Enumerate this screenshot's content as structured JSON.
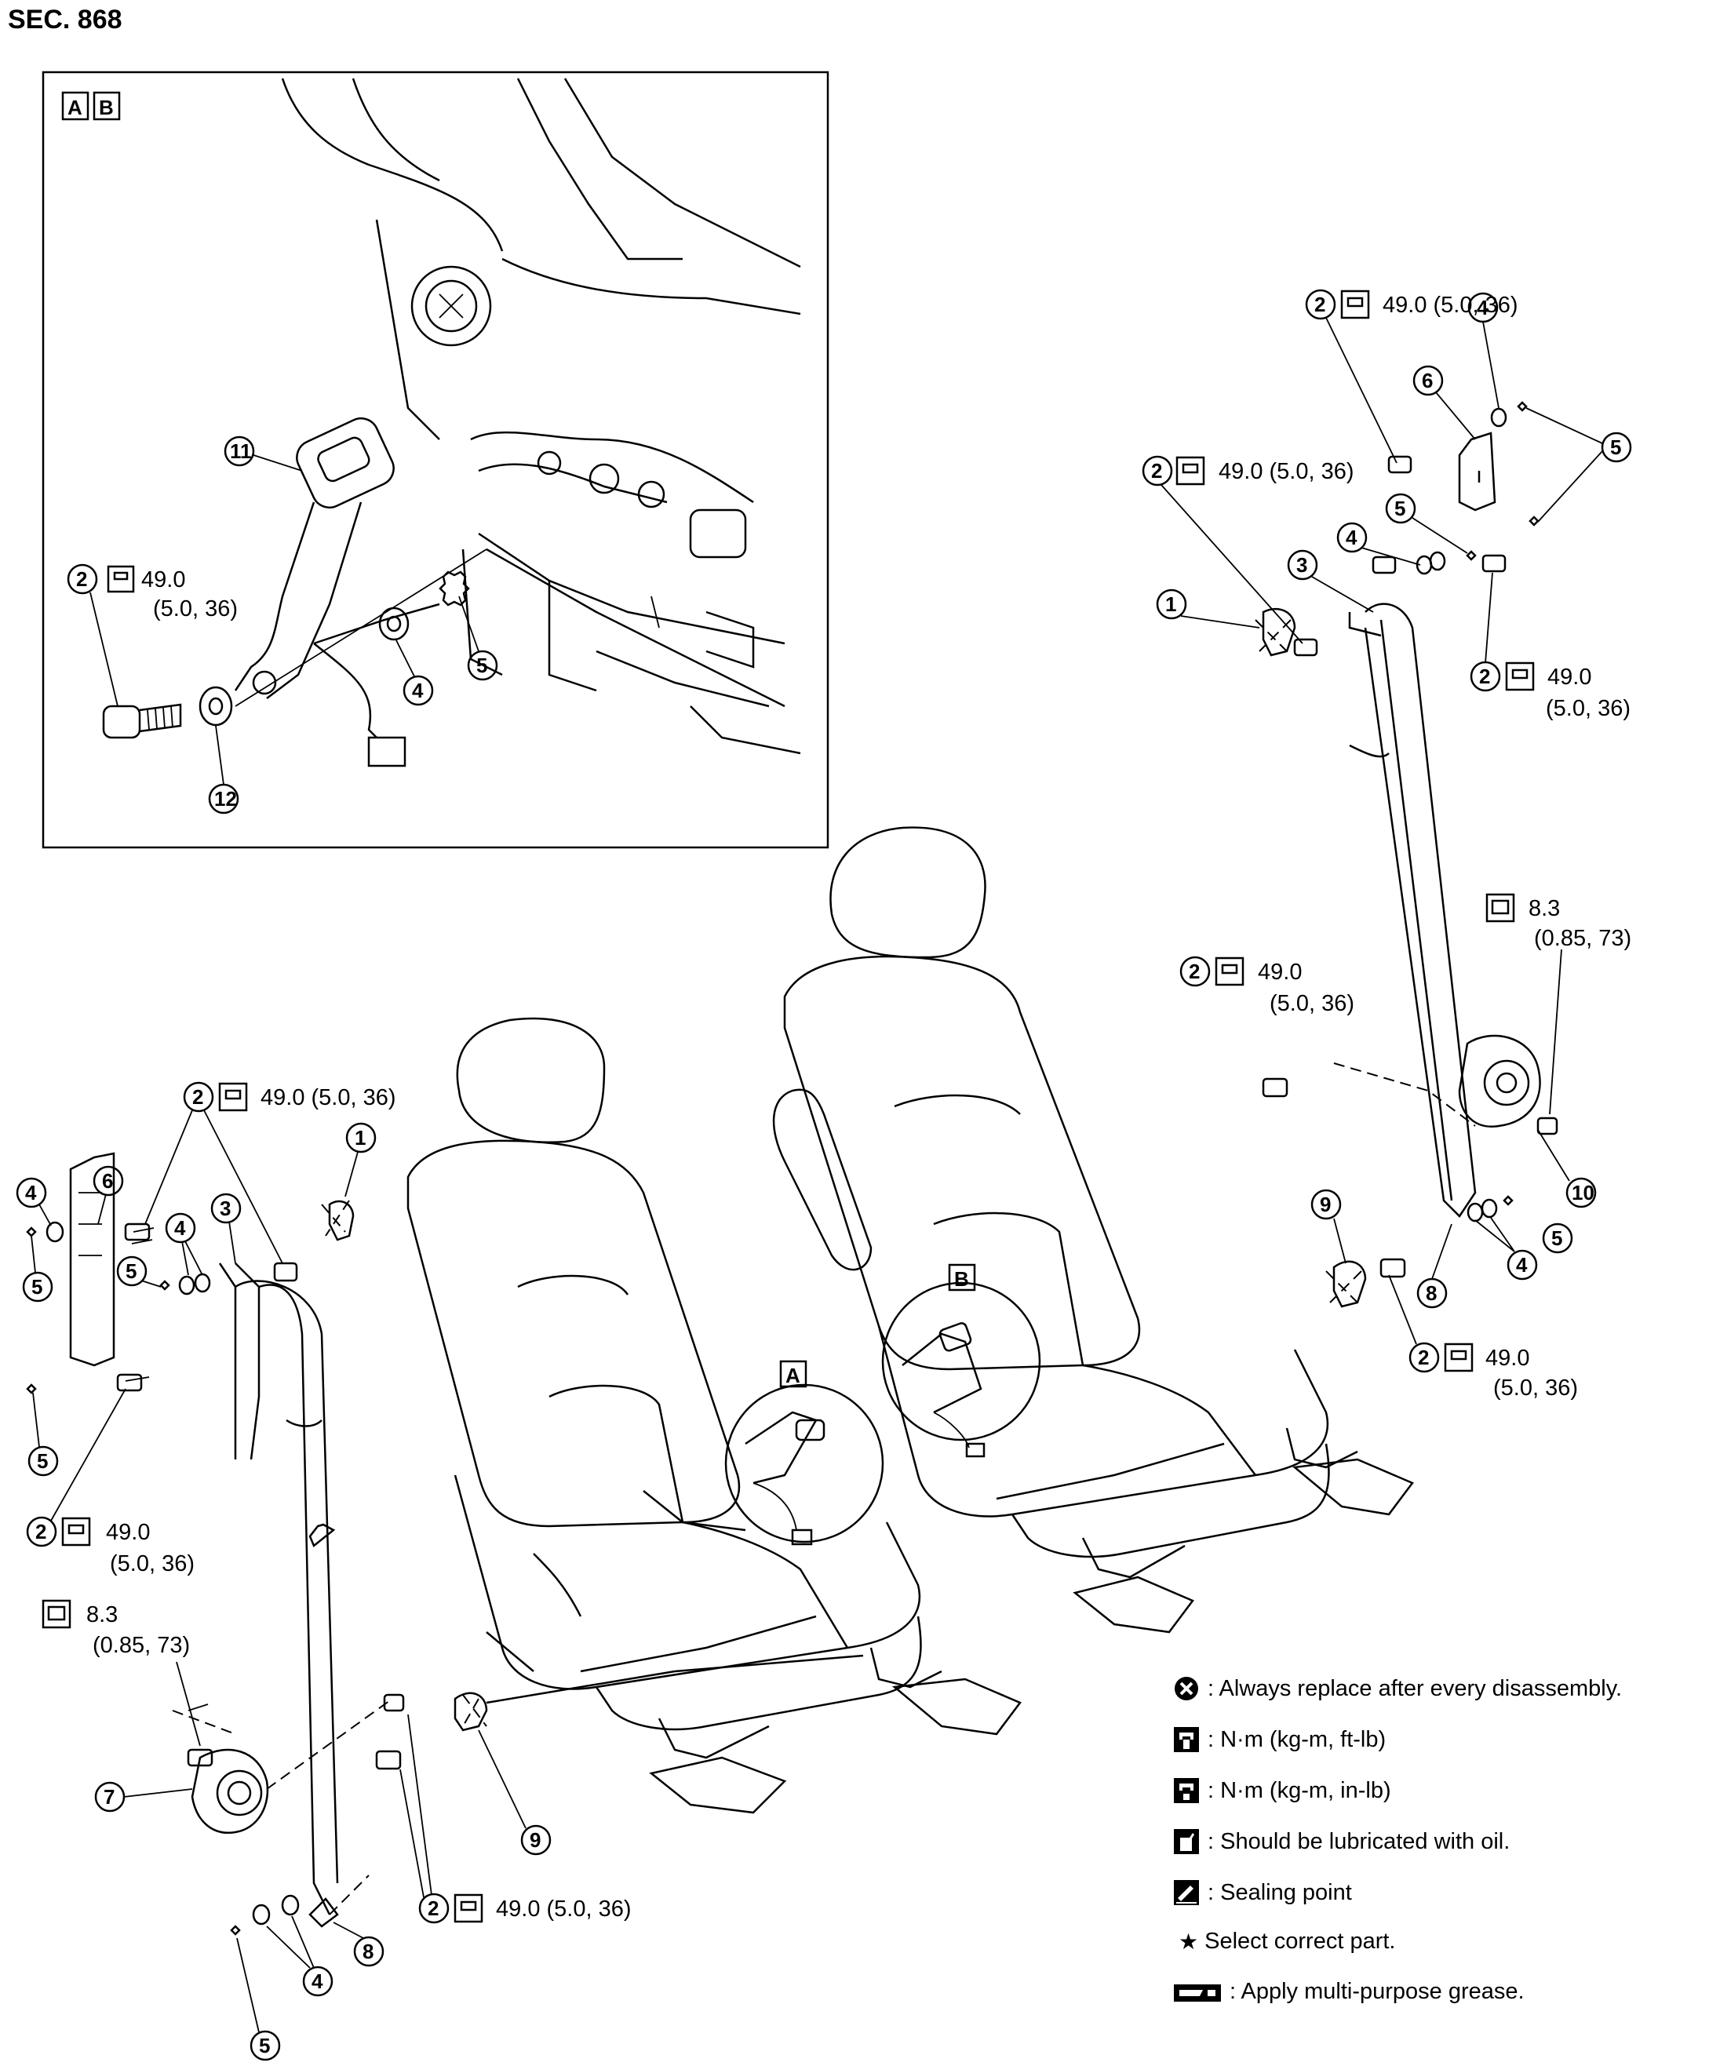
{
  "section": "SEC. 868",
  "inset": {
    "labels": [
      "A",
      "B"
    ]
  },
  "view_labels": [
    "A",
    "B"
  ],
  "torque": {
    "std": "49.0 (5.0, 36)",
    "std_value": "49.0",
    "std_paren": "(5.0, 36)",
    "small_value": "8.3",
    "small_paren": "(0.85, 73)"
  },
  "part_numbers": {
    "n1": "1",
    "n2": "2",
    "n3": "3",
    "n4": "4",
    "n5": "5",
    "n6": "6",
    "n7": "7",
    "n8": "8",
    "n9": "9",
    "n10": "10",
    "n11": "11",
    "n12": "12"
  },
  "legend": [
    {
      "icon": "always-replace-icon",
      "text": ": Always replace after every disassembly."
    },
    {
      "icon": "torque-wrench-ft-icon",
      "text": ": N·m (kg-m, ft-lb)"
    },
    {
      "icon": "torque-wrench-in-icon",
      "text": ": N·m (kg-m, in-lb)"
    },
    {
      "icon": "oil-can-icon",
      "text": ": Should be lubricated with oil."
    },
    {
      "icon": "sealing-point-icon",
      "text": ": Sealing point"
    },
    {
      "icon": "star-icon",
      "text": "Select correct part."
    },
    {
      "icon": "grease-icon",
      "text": ": Apply multi-purpose grease."
    }
  ]
}
